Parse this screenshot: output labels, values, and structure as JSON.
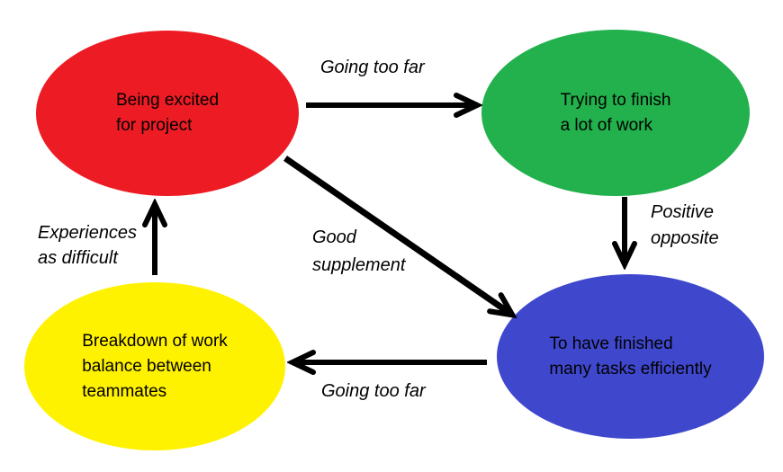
{
  "canvas": {
    "background": "#ffffff"
  },
  "style": {
    "arrow_color": "#000000",
    "text_color": "#000000",
    "node_colors": {
      "red": "#ED1C24",
      "green": "#22B14C",
      "blue": "#3F48CC",
      "yellow": "#FFF200"
    }
  },
  "nodes": [
    {
      "id": "being-excited",
      "color": "#ED1C24",
      "lines": [
        "Being excited",
        "for project"
      ]
    },
    {
      "id": "trying-to-finish",
      "color": "#22B14C",
      "lines": [
        "Trying to finish",
        "a lot of work"
      ]
    },
    {
      "id": "finished-many-tasks",
      "color": "#3F48CC",
      "lines": [
        "To have finished",
        "many tasks efficiently"
      ]
    },
    {
      "id": "breakdown-work-balance",
      "color": "#FFF200",
      "lines": [
        "Breakdown of work",
        "balance between",
        "teammates"
      ]
    }
  ],
  "edges": [
    {
      "id": "excited-to-trying",
      "from": "being-excited",
      "to": "trying-to-finish",
      "lines": [
        "Going too far"
      ]
    },
    {
      "id": "trying-to-finished",
      "from": "trying-to-finish",
      "to": "finished-many-tasks",
      "lines": [
        "Positive",
        "opposite"
      ]
    },
    {
      "id": "excited-to-finished",
      "from": "being-excited",
      "to": "finished-many-tasks",
      "lines": [
        "Good",
        "supplement"
      ]
    },
    {
      "id": "finished-to-breakdown",
      "from": "finished-many-tasks",
      "to": "breakdown-work-balance",
      "lines": [
        "Going too far"
      ]
    },
    {
      "id": "breakdown-to-excited",
      "from": "breakdown-work-balance",
      "to": "being-excited",
      "lines": [
        "Experiences",
        "as difficult"
      ]
    }
  ]
}
